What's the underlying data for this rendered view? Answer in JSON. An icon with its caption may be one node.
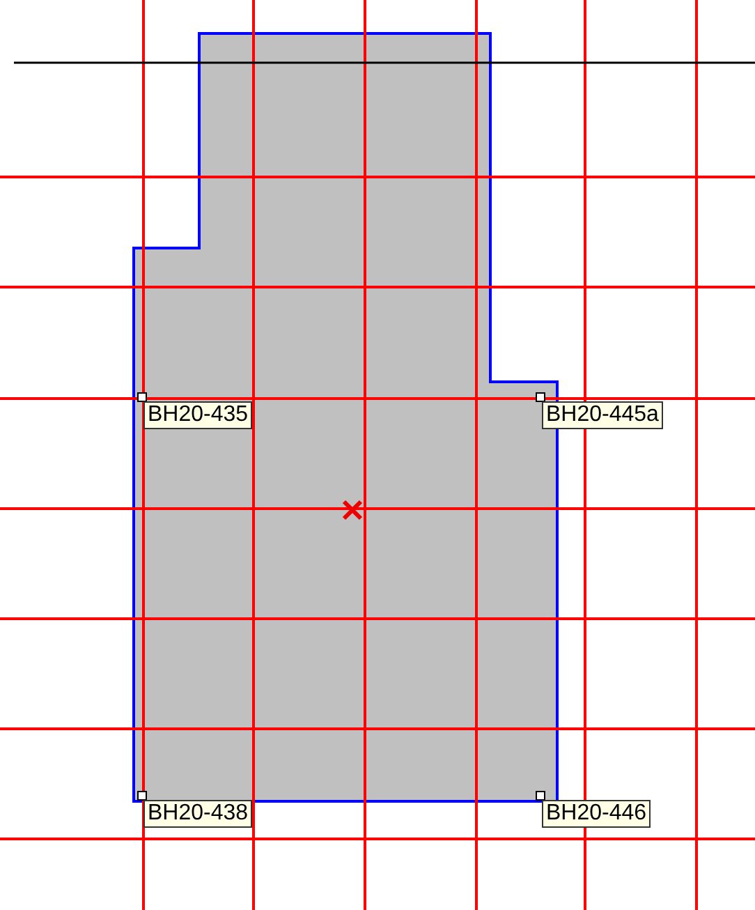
{
  "diagram": {
    "labels": [
      "BH20-435",
      "BH20-445a",
      "BH20-438",
      "BH20-446"
    ]
  }
}
